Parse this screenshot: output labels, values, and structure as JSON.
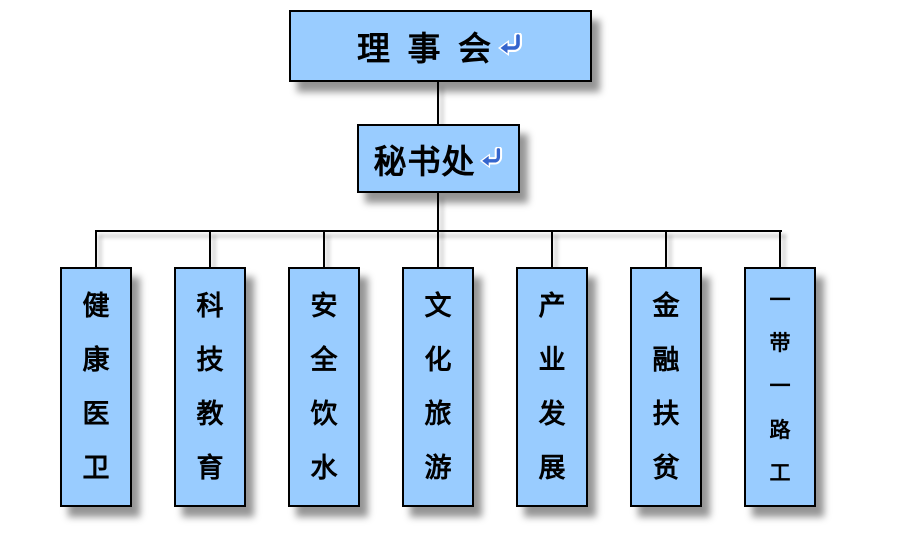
{
  "org_chart": {
    "root": {
      "label": "理 事 会"
    },
    "secretariat": {
      "label": "秘书处"
    },
    "return_mark_symbol": "↵",
    "departments": [
      {
        "label": "健康医卫"
      },
      {
        "label": "科技教育"
      },
      {
        "label": "安全饮水"
      },
      {
        "label": "文化旅游"
      },
      {
        "label": "产业发展"
      },
      {
        "label": "金融扶贫"
      },
      {
        "label": "一带一路工"
      }
    ],
    "colors": {
      "box_fill": "#99ccff",
      "box_border": "#000000",
      "text": "#000000",
      "return_mark_blue": "#3565cd",
      "background": "#ffffff"
    }
  }
}
